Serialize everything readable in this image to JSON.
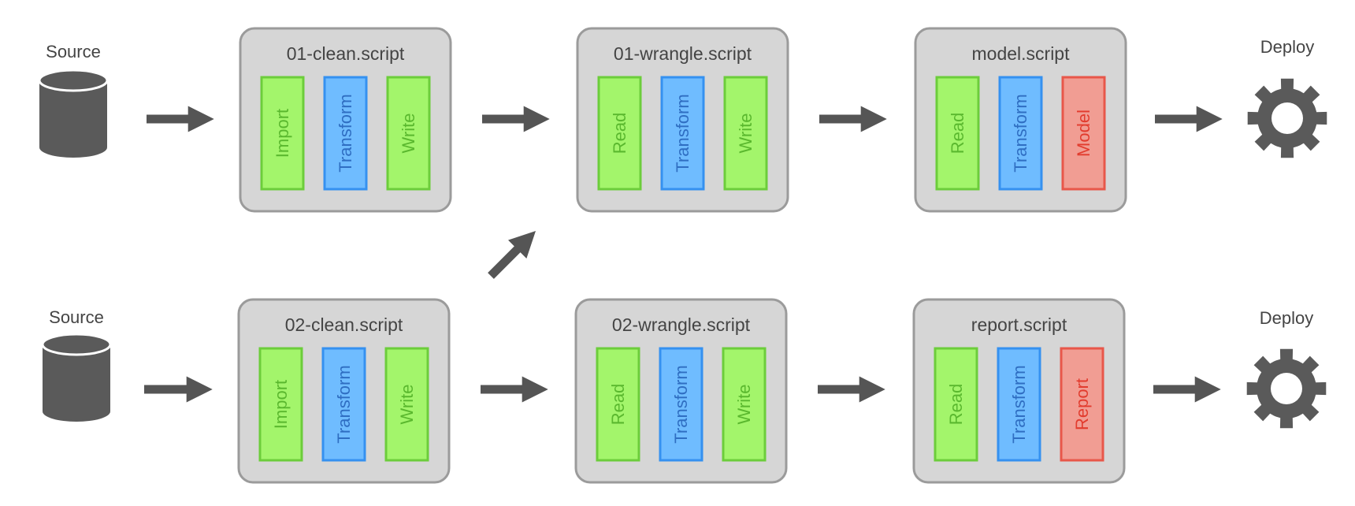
{
  "colors": {
    "card_fill": "#d6d6d6",
    "card_stroke": "#9b9b9b",
    "green_fill": "#a3f56b",
    "green_stroke": "#6ccd3b",
    "green_text": "#5ab82e",
    "blue_fill": "#6fbcff",
    "blue_stroke": "#3591f0",
    "blue_text": "#2f6ec2",
    "red_fill": "#f19d93",
    "red_stroke": "#e8574a",
    "red_text": "#e23c2e",
    "icon": "#5a5a5a",
    "arrow": "#555555",
    "label": "#444444"
  },
  "sources": [
    {
      "label": "Source",
      "icon": "database-icon"
    },
    {
      "label": "Source",
      "icon": "database-icon"
    }
  ],
  "deploys": [
    {
      "label": "Deploy",
      "icon": "gear-icon"
    },
    {
      "label": "Deploy",
      "icon": "gear-icon"
    }
  ],
  "scripts": [
    {
      "title": "01-clean.script",
      "steps": [
        {
          "label": "Import",
          "color": "green"
        },
        {
          "label": "Transform",
          "color": "blue"
        },
        {
          "label": "Write",
          "color": "green"
        }
      ]
    },
    {
      "title": "01-wrangle.script",
      "steps": [
        {
          "label": "Read",
          "color": "green"
        },
        {
          "label": "Transform",
          "color": "blue"
        },
        {
          "label": "Write",
          "color": "green"
        }
      ]
    },
    {
      "title": "model.script",
      "steps": [
        {
          "label": "Read",
          "color": "green"
        },
        {
          "label": "Transform",
          "color": "blue"
        },
        {
          "label": "Model",
          "color": "red"
        }
      ]
    },
    {
      "title": "02-clean.script",
      "steps": [
        {
          "label": "Import",
          "color": "green"
        },
        {
          "label": "Transform",
          "color": "blue"
        },
        {
          "label": "Write",
          "color": "green"
        }
      ]
    },
    {
      "title": "02-wrangle.script",
      "steps": [
        {
          "label": "Read",
          "color": "green"
        },
        {
          "label": "Transform",
          "color": "blue"
        },
        {
          "label": "Write",
          "color": "green"
        }
      ]
    },
    {
      "title": "report.script",
      "steps": [
        {
          "label": "Read",
          "color": "green"
        },
        {
          "label": "Transform",
          "color": "blue"
        },
        {
          "label": "Report",
          "color": "red"
        }
      ]
    }
  ]
}
